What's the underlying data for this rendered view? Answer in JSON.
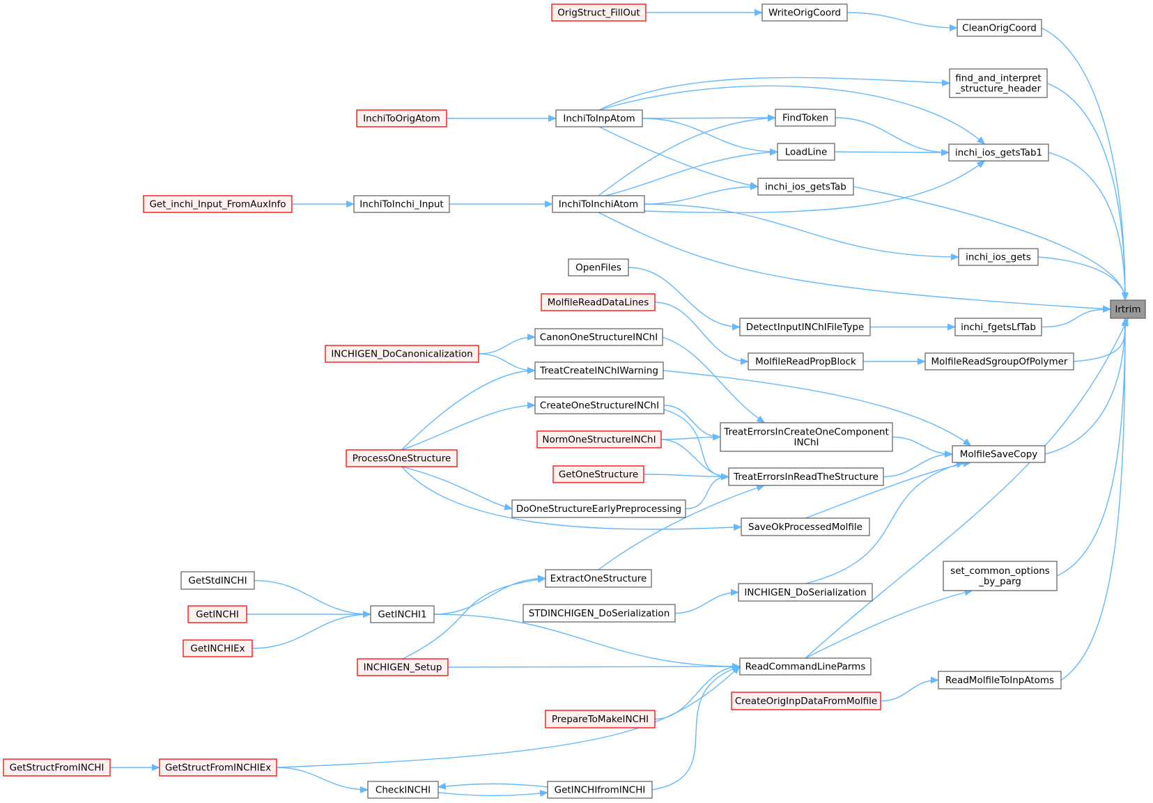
{
  "colors": {
    "edge": "#63b8ff",
    "plain_fill": "#ffffff",
    "plain_stroke": "#666666",
    "red_fill": "#fff0f0",
    "red_stroke": "#ff0000",
    "root_fill": "#999999",
    "root_stroke": "#666666"
  },
  "nodes": [
    {
      "id": "lrtrim",
      "label": "lrtrim",
      "style": "root"
    },
    {
      "id": "CleanOrigCoord",
      "label": "CleanOrigCoord",
      "style": "plain"
    },
    {
      "id": "WriteOrigCoord",
      "label": "WriteOrigCoord",
      "style": "plain"
    },
    {
      "id": "OrigStruct_FillOut",
      "label": "OrigStruct_FillOut",
      "style": "red"
    },
    {
      "id": "find_and_interpret_structure_header",
      "label": "find_and_interpret\n_structure_header",
      "style": "plain"
    },
    {
      "id": "InchiToInpAtom",
      "label": "InchiToInpAtom",
      "style": "plain"
    },
    {
      "id": "InchiToOrigAtom",
      "label": "InchiToOrigAtom",
      "style": "red"
    },
    {
      "id": "FindToken",
      "label": "FindToken",
      "style": "plain"
    },
    {
      "id": "inchi_ios_getsTab1",
      "label": "inchi_ios_getsTab1",
      "style": "plain"
    },
    {
      "id": "LoadLine",
      "label": "LoadLine",
      "style": "plain"
    },
    {
      "id": "inchi_ios_getsTab",
      "label": "inchi_ios_getsTab",
      "style": "plain"
    },
    {
      "id": "InchiToInchiAtom",
      "label": "InchiToInchiAtom",
      "style": "plain"
    },
    {
      "id": "InchiToInchi_Input",
      "label": "InchiToInchi_Input",
      "style": "plain"
    },
    {
      "id": "Get_inchi_Input_FromAuxInfo",
      "label": "Get_inchi_Input_FromAuxInfo",
      "style": "red"
    },
    {
      "id": "inchi_ios_gets",
      "label": "inchi_ios_gets",
      "style": "plain"
    },
    {
      "id": "OpenFiles",
      "label": "OpenFiles",
      "style": "plain"
    },
    {
      "id": "MolfileReadDataLines",
      "label": "MolfileReadDataLines",
      "style": "red"
    },
    {
      "id": "DetectInputINChIFileType",
      "label": "DetectInputINChIFileType",
      "style": "plain"
    },
    {
      "id": "inchi_fgetsLfTab",
      "label": "inchi_fgetsLfTab",
      "style": "plain"
    },
    {
      "id": "MolfileReadPropBlock",
      "label": "MolfileReadPropBlock",
      "style": "plain"
    },
    {
      "id": "MolfileReadSgroupOfPolymer",
      "label": "MolfileReadSgroupOfPolymer",
      "style": "plain"
    },
    {
      "id": "CanonOneStructureINChI",
      "label": "CanonOneStructureINChI",
      "style": "plain"
    },
    {
      "id": "INCHIGEN_DoCanonicalization",
      "label": "INCHIGEN_DoCanonicalization",
      "style": "red"
    },
    {
      "id": "TreatCreateINChIWarning",
      "label": "TreatCreateINChIWarning",
      "style": "plain"
    },
    {
      "id": "CreateOneStructureINChI",
      "label": "CreateOneStructureINChI",
      "style": "plain"
    },
    {
      "id": "TreatErrorsInCreateOneComponentINChI",
      "label": "TreatErrorsInCreateOneComponent\nINChI",
      "style": "plain"
    },
    {
      "id": "NormOneStructureINChI",
      "label": "NormOneStructureINChI",
      "style": "red"
    },
    {
      "id": "ProcessOneStructure",
      "label": "ProcessOneStructure",
      "style": "red"
    },
    {
      "id": "MolfileSaveCopy",
      "label": "MolfileSaveCopy",
      "style": "plain"
    },
    {
      "id": "GetOneStructure",
      "label": "GetOneStructure",
      "style": "red"
    },
    {
      "id": "TreatErrorsInReadTheStructure",
      "label": "TreatErrorsInReadTheStructure",
      "style": "plain"
    },
    {
      "id": "DoOneStructureEarlyPreprocessing",
      "label": "DoOneStructureEarlyPreprocessing",
      "style": "plain"
    },
    {
      "id": "SaveOkProcessedMolfile",
      "label": "SaveOkProcessedMolfile",
      "style": "plain"
    },
    {
      "id": "ExtractOneStructure",
      "label": "ExtractOneStructure",
      "style": "plain"
    },
    {
      "id": "GetStdINCHI",
      "label": "GetStdINCHI",
      "style": "plain"
    },
    {
      "id": "GetINCHI1",
      "label": "GetINCHI1",
      "style": "plain"
    },
    {
      "id": "GetINCHI",
      "label": "GetINCHI",
      "style": "red"
    },
    {
      "id": "GetINCHIEx",
      "label": "GetINCHIEx",
      "style": "red"
    },
    {
      "id": "set_common_options_by_parg",
      "label": "set_common_options\n_by_parg",
      "style": "plain"
    },
    {
      "id": "INCHIGEN_DoSerialization",
      "label": "INCHIGEN_DoSerialization",
      "style": "plain"
    },
    {
      "id": "STDINCHIGEN_DoSerialization",
      "label": "STDINCHIGEN_DoSerialization",
      "style": "plain"
    },
    {
      "id": "ReadCommandLineParms",
      "label": "ReadCommandLineParms",
      "style": "plain"
    },
    {
      "id": "INCHIGEN_Setup",
      "label": "INCHIGEN_Setup",
      "style": "red"
    },
    {
      "id": "ReadMolfileToInpAtoms",
      "label": "ReadMolfileToInpAtoms",
      "style": "plain"
    },
    {
      "id": "CreateOrigInpDataFromMolfile",
      "label": "CreateOrigInpDataFromMolfile",
      "style": "red"
    },
    {
      "id": "PrepareToMakeINCHI",
      "label": "PrepareToMakeINCHI",
      "style": "red"
    },
    {
      "id": "GetStructFromINCHI",
      "label": "GetStructFromINCHI",
      "style": "red"
    },
    {
      "id": "GetStructFromINCHIEx",
      "label": "GetStructFromINCHIEx",
      "style": "red"
    },
    {
      "id": "CheckINCHI",
      "label": "CheckINCHI",
      "style": "plain"
    },
    {
      "id": "GetINCHIfromINCHI",
      "label": "GetINCHIfromINCHI",
      "style": "plain"
    }
  ],
  "edges": [
    [
      "CleanOrigCoord",
      "lrtrim"
    ],
    [
      "WriteOrigCoord",
      "CleanOrigCoord"
    ],
    [
      "OrigStruct_FillOut",
      "WriteOrigCoord"
    ],
    [
      "find_and_interpret_structure_header",
      "lrtrim"
    ],
    [
      "InchiToInpAtom",
      "find_and_interpret_structure_header"
    ],
    [
      "InchiToOrigAtom",
      "InchiToInpAtom"
    ],
    [
      "InchiToInpAtom",
      "FindToken"
    ],
    [
      "InchiToInpAtom",
      "inchi_ios_getsTab1"
    ],
    [
      "InchiToInpAtom",
      "LoadLine"
    ],
    [
      "InchiToInpAtom",
      "inchi_ios_getsTab"
    ],
    [
      "FindToken",
      "inchi_ios_getsTab1"
    ],
    [
      "LoadLine",
      "inchi_ios_getsTab1"
    ],
    [
      "inchi_ios_getsTab1",
      "lrtrim"
    ],
    [
      "inchi_ios_getsTab",
      "lrtrim"
    ],
    [
      "InchiToInchiAtom",
      "FindToken"
    ],
    [
      "InchiToInchiAtom",
      "LoadLine"
    ],
    [
      "InchiToInchiAtom",
      "inchi_ios_getsTab"
    ],
    [
      "InchiToInchiAtom",
      "inchi_ios_getsTab1"
    ],
    [
      "InchiToInchiAtom",
      "inchi_ios_gets"
    ],
    [
      "InchiToInchiAtom",
      "lrtrim"
    ],
    [
      "InchiToInchi_Input",
      "InchiToInchiAtom"
    ],
    [
      "Get_inchi_Input_FromAuxInfo",
      "InchiToInchi_Input"
    ],
    [
      "inchi_ios_gets",
      "lrtrim"
    ],
    [
      "OpenFiles",
      "DetectInputINChIFileType"
    ],
    [
      "DetectInputINChIFileType",
      "inchi_fgetsLfTab"
    ],
    [
      "inchi_fgetsLfTab",
      "lrtrim"
    ],
    [
      "MolfileReadDataLines",
      "MolfileReadPropBlock"
    ],
    [
      "MolfileReadPropBlock",
      "MolfileReadSgroupOfPolymer"
    ],
    [
      "MolfileReadSgroupOfPolymer",
      "lrtrim"
    ],
    [
      "INCHIGEN_DoCanonicalization",
      "CanonOneStructureINChI"
    ],
    [
      "INCHIGEN_DoCanonicalization",
      "TreatCreateINChIWarning"
    ],
    [
      "CanonOneStructureINChI",
      "TreatErrorsInCreateOneComponentINChI"
    ],
    [
      "ProcessOneStructure",
      "TreatCreateINChIWarning"
    ],
    [
      "ProcessOneStructure",
      "CreateOneStructureINChI"
    ],
    [
      "ProcessOneStructure",
      "DoOneStructureEarlyPreprocessing"
    ],
    [
      "ProcessOneStructure",
      "SaveOkProcessedMolfile"
    ],
    [
      "TreatCreateINChIWarning",
      "MolfileSaveCopy"
    ],
    [
      "CreateOneStructureINChI",
      "TreatErrorsInCreateOneComponentINChI"
    ],
    [
      "CreateOneStructureINChI",
      "TreatErrorsInReadTheStructure"
    ],
    [
      "NormOneStructureINChI",
      "TreatErrorsInCreateOneComponentINChI"
    ],
    [
      "NormOneStructureINChI",
      "TreatErrorsInReadTheStructure"
    ],
    [
      "TreatErrorsInCreateOneComponentINChI",
      "MolfileSaveCopy"
    ],
    [
      "GetOneStructure",
      "TreatErrorsInReadTheStructure"
    ],
    [
      "DoOneStructureEarlyPreprocessing",
      "TreatErrorsInReadTheStructure"
    ],
    [
      "TreatErrorsInReadTheStructure",
      "MolfileSaveCopy"
    ],
    [
      "SaveOkProcessedMolfile",
      "MolfileSaveCopy"
    ],
    [
      "INCHIGEN_DoSerialization",
      "MolfileSaveCopy"
    ],
    [
      "MolfileSaveCopy",
      "lrtrim"
    ],
    [
      "ExtractOneStructure",
      "TreatErrorsInReadTheStructure"
    ],
    [
      "GetStdINCHI",
      "GetINCHI1"
    ],
    [
      "GetINCHI",
      "GetINCHI1"
    ],
    [
      "GetINCHIEx",
      "GetINCHI1"
    ],
    [
      "GetINCHI1",
      "ExtractOneStructure"
    ],
    [
      "GetINCHI1",
      "ReadCommandLineParms"
    ],
    [
      "INCHIGEN_Setup",
      "ExtractOneStructure"
    ],
    [
      "INCHIGEN_Setup",
      "ReadCommandLineParms"
    ],
    [
      "STDINCHIGEN_DoSerialization",
      "INCHIGEN_DoSerialization"
    ],
    [
      "ReadCommandLineParms",
      "set_common_options_by_parg"
    ],
    [
      "ReadCommandLineParms",
      "lrtrim"
    ],
    [
      "set_common_options_by_parg",
      "lrtrim"
    ],
    [
      "PrepareToMakeINCHI",
      "ReadCommandLineParms"
    ],
    [
      "CreateOrigInpDataFromMolfile",
      "ReadMolfileToInpAtoms"
    ],
    [
      "ReadMolfileToInpAtoms",
      "lrtrim"
    ],
    [
      "GetStructFromINCHI",
      "GetStructFromINCHIEx"
    ],
    [
      "GetStructFromINCHIEx",
      "ReadCommandLineParms"
    ],
    [
      "GetStructFromINCHIEx",
      "CheckINCHI"
    ],
    [
      "GetINCHIfromINCHI",
      "CheckINCHI"
    ],
    [
      "CheckINCHI",
      "GetINCHIfromINCHI"
    ],
    [
      "GetINCHIfromINCHI",
      "ReadCommandLineParms"
    ]
  ]
}
